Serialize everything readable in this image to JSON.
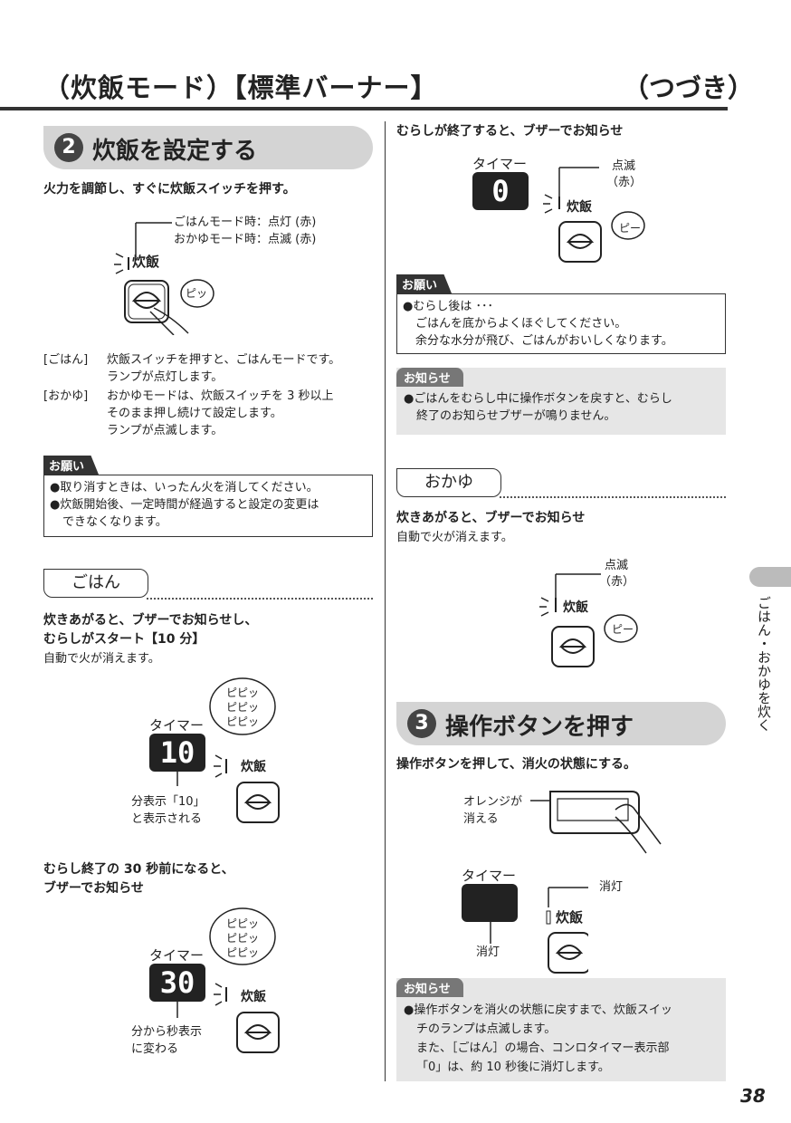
{
  "header": {
    "title": "（炊飯モード）【標準バーナー】",
    "continued": "（つづき）"
  },
  "step2": {
    "num": "2",
    "title": "炊飯を設定する",
    "instruction": "火力を調節し、すぐに炊飯スイッチを押す。",
    "lamp_note1": "ごはんモード時：点灯 (赤)",
    "lamp_note2": "おかゆモード時：点滅 (赤)",
    "switch_label": "炊飯",
    "bubble": "ピッ",
    "gohan_key": "[ごはん]",
    "gohan_text1": "炊飯スイッチを押すと、ごはんモードです。",
    "gohan_text2": "ランプが点灯します。",
    "okayu_key": "[おかゆ]",
    "okayu_text1": "おかゆモードは、炊飯スイッチを 3 秒以上",
    "okayu_text2": "そのまま押し続けて設定します。",
    "okayu_text3": "ランプが点滅します。",
    "notice_tag": "お願い",
    "notice1": "●取り消すときは、いったん火を消してください。",
    "notice2": "●炊飯開始後、一定時間が経過すると設定の変更は",
    "notice2b": "できなくなります。"
  },
  "gohan": {
    "tab": "ごはん",
    "head1": "炊きあがると、ブザーでお知らせし、",
    "head2": "むらしがスタート【10 分】",
    "sub": "自動で火が消えます。",
    "timer_label": "タイマー",
    "timer_value": "10",
    "bubble": [
      "ピピッ",
      "ピピッ",
      "ピピッ"
    ],
    "switch_label": "炊飯",
    "note1": "分表示「10」",
    "note2": "と表示される",
    "head3": "むらし終了の 30 秒前になると、",
    "head4": "ブザーでお知らせ",
    "timer_value2": "30",
    "note3": "分から秒表示",
    "note4": "に変わる"
  },
  "right": {
    "muras_end": "むらしが終了すると、ブザーでお知らせ",
    "timer_label": "タイマー",
    "timer_value": "0",
    "blink": "点滅",
    "red": "（赤）",
    "switch_label": "炊飯",
    "bubble": "ピー",
    "onegai_tag": "お願い",
    "onegai1": "●むらし後は ･･･",
    "onegai2": "ごはんを底からよくほぐしてください。",
    "onegai3": "余分な水分が飛び、ごはんがおいしくなります。",
    "oshirase_tag": "お知らせ",
    "oshirase1": "●ごはんをむらし中に操作ボタンを戻すと、むらし",
    "oshirase2": "終了のお知らせブザーが鳴りません。"
  },
  "okayu": {
    "tab": "おかゆ",
    "head": "炊きあがると、ブザーでお知らせ",
    "sub": "自動で火が消えます。",
    "blink": "点滅",
    "red": "（赤）",
    "switch_label": "炊飯",
    "bubble": "ピー"
  },
  "step3": {
    "num": "3",
    "title": "操作ボタンを押す",
    "instruction": "操作ボタンを押して、消火の状態にする。",
    "orange1": "オレンジが",
    "orange2": "消える",
    "timer_label": "タイマー",
    "off1": "消灯",
    "off2": "消灯",
    "switch_label": "炊飯",
    "oshirase_tag": "お知らせ",
    "n1": "●操作ボタンを消火の状態に戻すまで、炊飯スイッ",
    "n2": "チのランプは点滅します。",
    "n3": "また、［ごはん］の場合、コンロタイマー表示部",
    "n4": "「0」は、約 10 秒後に消灯します。"
  },
  "side_tab": "ごはん・おかゆを炊く",
  "page_number": "38"
}
